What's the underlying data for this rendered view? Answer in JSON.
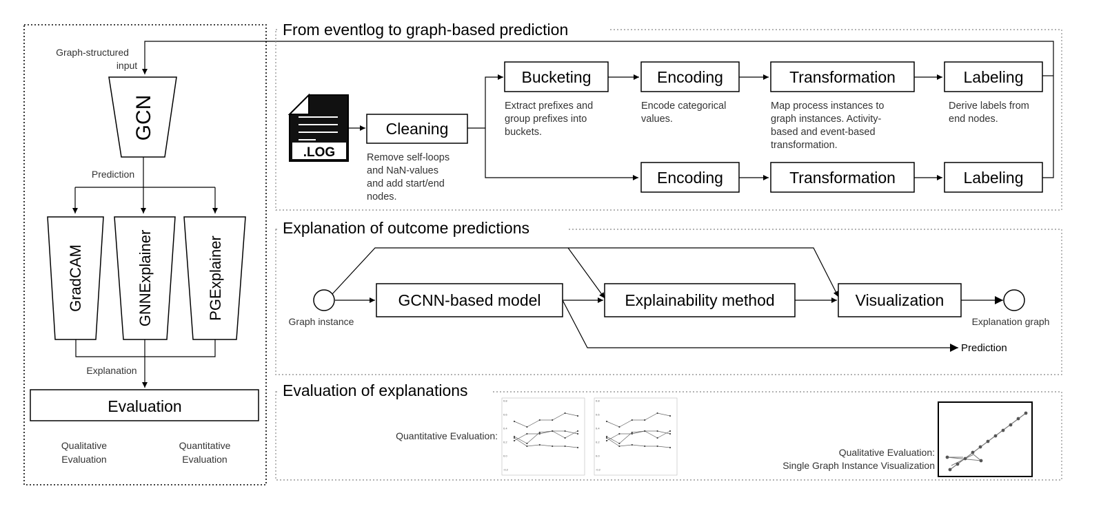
{
  "left_panel": {
    "input_label_line1": "Graph-structured",
    "input_label_line2": "input",
    "gcn": "GCN",
    "prediction_label": "Prediction",
    "explainers": [
      "GradCAM",
      "GNNExplainer",
      "PGExplainer"
    ],
    "explanation_label": "Explanation",
    "evaluation": "Evaluation",
    "qualitative_line1": "Qualitative",
    "qualitative_line2": "Evaluation",
    "quantitative_line1": "Quantitative",
    "quantitative_line2": "Evaluation"
  },
  "section1": {
    "title": "From eventlog to graph-based prediction",
    "log_label": ".LOG",
    "cleaning": "Cleaning",
    "cleaning_desc": [
      "Remove self-loops",
      "and NaN-values",
      "and add start/end",
      "nodes."
    ],
    "bucketing": "Bucketing",
    "bucketing_desc": [
      "Extract prefixes and",
      "group prefixes into",
      "buckets."
    ],
    "encoding": "Encoding",
    "encoding_desc": [
      "Encode categorical",
      "values."
    ],
    "transformation": "Transformation",
    "transformation_desc": [
      "Map process instances to",
      "graph instances. Activity-",
      "based and event-based",
      "transformation."
    ],
    "labeling": "Labeling",
    "labeling_desc": [
      "Derive labels from",
      "end nodes."
    ],
    "encoding2": "Encoding",
    "transformation2": "Transformation",
    "labeling2": "Labeling"
  },
  "section2": {
    "title": "Explanation of outcome predictions",
    "graph_instance": "Graph instance",
    "model": "GCNN-based model",
    "method": "Explainability method",
    "visualization": "Visualization",
    "explanation_graph": "Explanation graph",
    "prediction": "Prediction"
  },
  "section3": {
    "title": "Evaluation of explanations",
    "quantitative": "Quantitative Evaluation:",
    "qualitative_line1": "Qualitative Evaluation:",
    "qualitative_line2": "Single Graph Instance Visualization"
  },
  "chart_data": [
    {
      "type": "line",
      "x": [
        0,
        1,
        2,
        3,
        4,
        5,
        6,
        7
      ],
      "series": [
        {
          "values": [
            0.5,
            0.42,
            0.52,
            0.52,
            0.62,
            0.58
          ]
        },
        {
          "values": [
            0.22,
            0.32,
            0.32,
            0.36,
            0.36,
            0.32
          ]
        },
        {
          "values": [
            0.28,
            0.18,
            0.34,
            0.36,
            0.26,
            0.36
          ]
        },
        {
          "values": [
            0.26,
            0.14,
            0.16,
            0.14,
            0.14,
            0.12
          ]
        }
      ]
    },
    {
      "type": "line",
      "x": [
        0,
        1,
        2,
        3,
        4,
        5,
        6,
        7
      ],
      "series": [
        {
          "values": [
            0.5,
            0.42,
            0.52,
            0.52,
            0.62,
            0.58
          ]
        },
        {
          "values": [
            0.22,
            0.32,
            0.32,
            0.36,
            0.36,
            0.32
          ]
        },
        {
          "values": [
            0.28,
            0.18,
            0.34,
            0.36,
            0.26,
            0.36
          ]
        },
        {
          "values": [
            0.26,
            0.14,
            0.16,
            0.14,
            0.14,
            0.12
          ]
        }
      ]
    }
  ]
}
